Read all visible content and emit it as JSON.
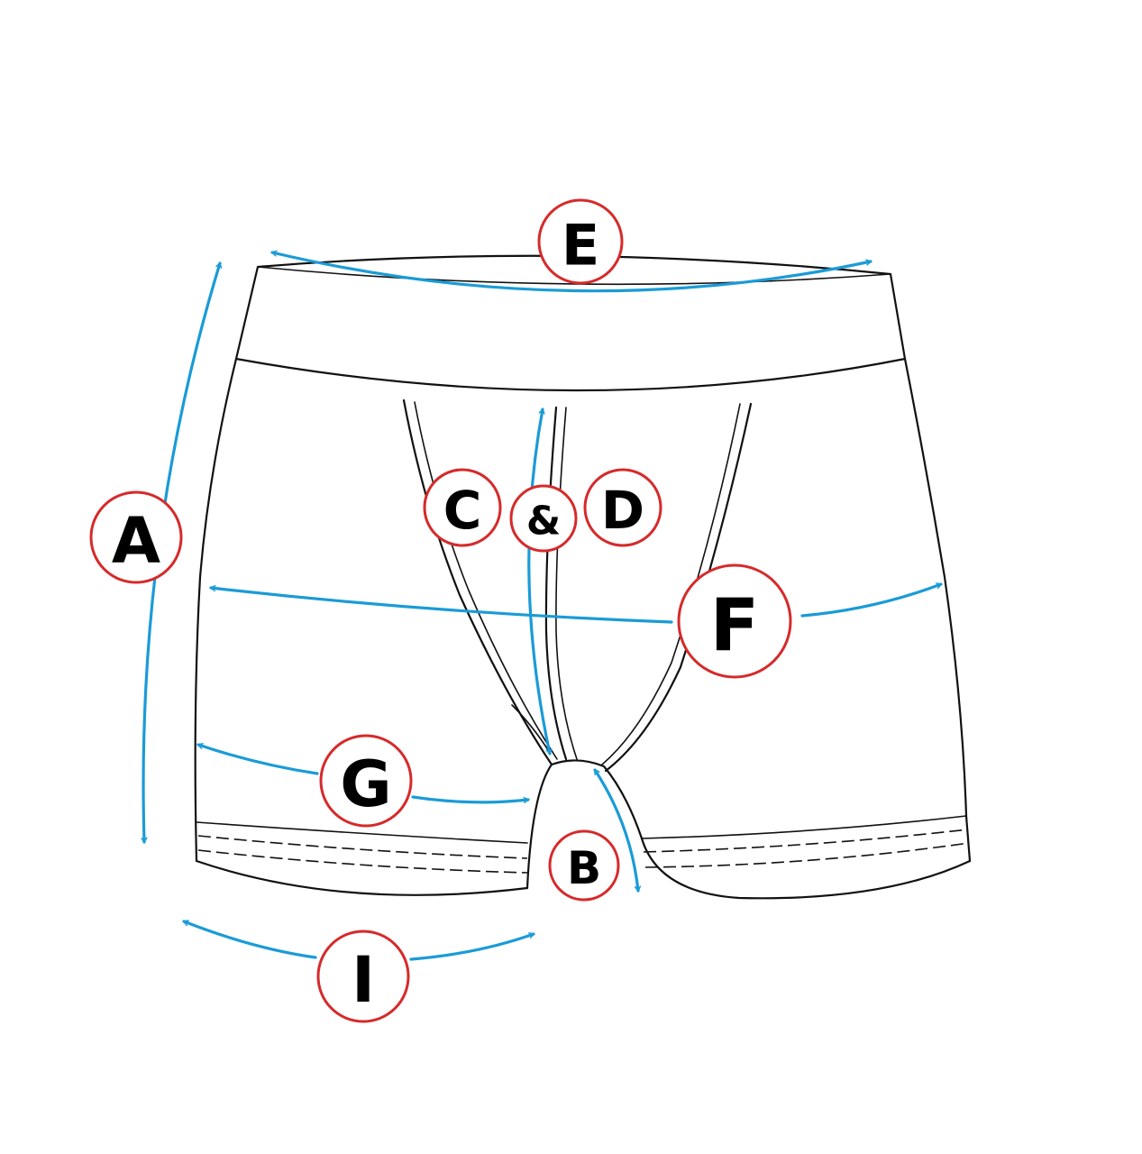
{
  "diagram": {
    "labels": {
      "A": "A",
      "B": "B",
      "C": "C",
      "amp": "&",
      "D": "D",
      "E": "E",
      "F": "F",
      "G": "G",
      "I": "I"
    },
    "colors": {
      "arrow": "#1a9bd7",
      "badge_border": "#d62a2a",
      "outline": "#111111",
      "background": "#ffffff"
    }
  }
}
